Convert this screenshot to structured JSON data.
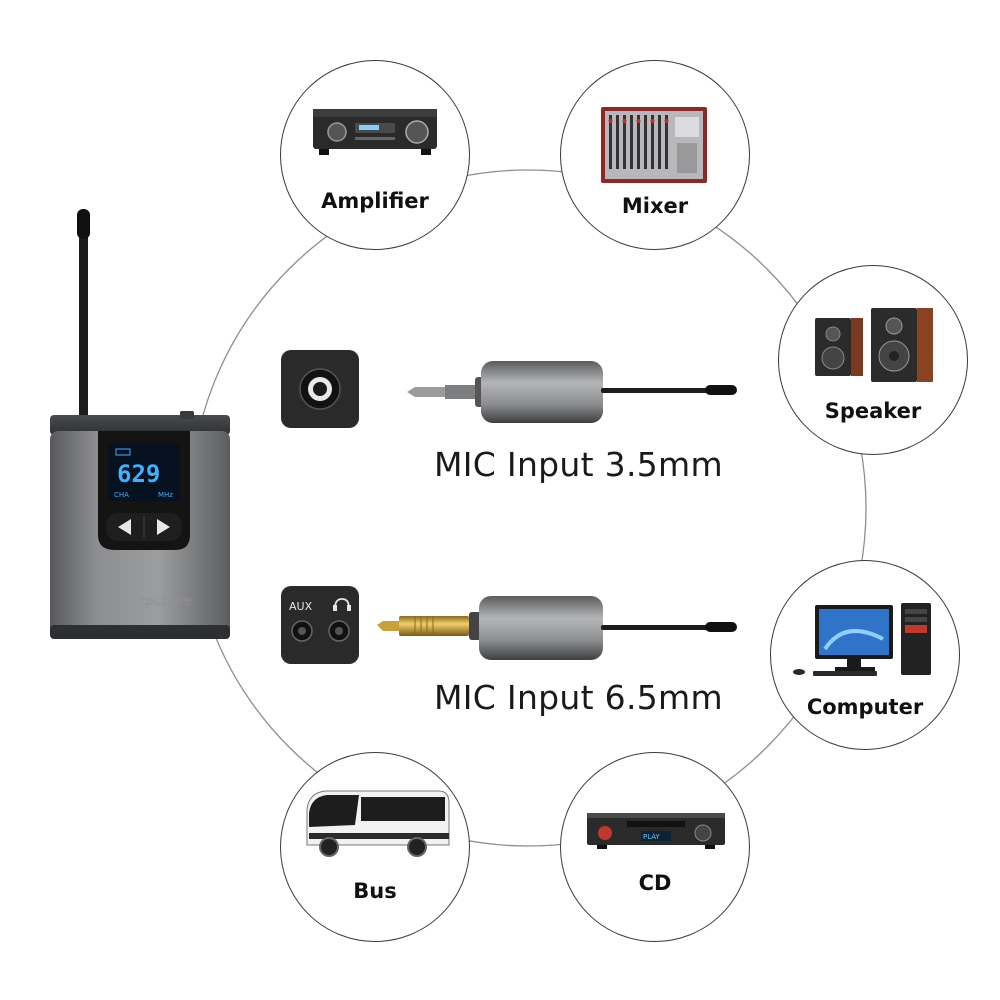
{
  "devices": {
    "amplifier": {
      "label": "Amplifier",
      "icon": "amplifier-icon"
    },
    "mixer": {
      "label": "Mixer",
      "icon": "mixer-icon"
    },
    "speaker": {
      "label": "Speaker",
      "icon": "speaker-icon"
    },
    "computer": {
      "label": "Computer",
      "icon": "computer-icon"
    },
    "cd": {
      "label": "CD",
      "icon": "cd-player-icon"
    },
    "bus": {
      "label": "Bus",
      "icon": "bus-icon"
    }
  },
  "receivers": [
    {
      "label": "MIC Input 3.5mm",
      "jack_icon": "mic-jack-3-5mm-icon"
    },
    {
      "label": "MIC Input 6.5mm",
      "jack_icon": "aux-headphone-jack-icon"
    }
  ],
  "jack_panel": {
    "aux_text": "AUX"
  },
  "cd_display_text": "PLAY",
  "transmitter": {
    "display_digits": "629",
    "display_channel": "CHA",
    "display_unit": "MHz",
    "brand_watermark": "tpczone"
  },
  "colors": {
    "ring_line": "#8a8a8a",
    "bubble_border": "#3a3a3a",
    "body_grey": "#7a7b7d",
    "lcd_blue": "#3fb0ff"
  }
}
